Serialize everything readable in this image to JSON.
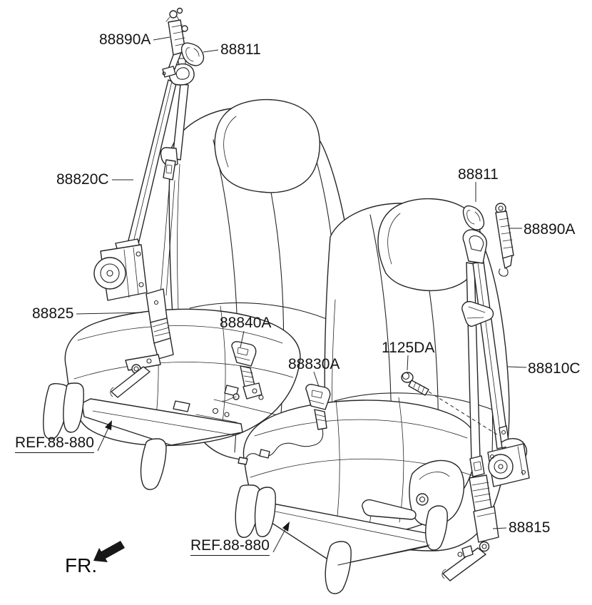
{
  "page": {
    "background": "#ffffff",
    "line_color": "#262626",
    "description": "Front seat belt parts diagram with two seats"
  },
  "labels": {
    "adjuster_left": "88890A",
    "cover_left": "88811",
    "belt_left": "88820C",
    "pretensioner_left": "88825",
    "buckle_left": "88840A",
    "buckle_right": "88830A",
    "bolt": "1125DA",
    "cover_right": "88811",
    "adjuster_right": "88890A",
    "belt_right": "88810C",
    "anchor_right": "88815",
    "ref_left": "REF.88-880",
    "ref_center": "REF.88-880",
    "fr": "FR."
  }
}
